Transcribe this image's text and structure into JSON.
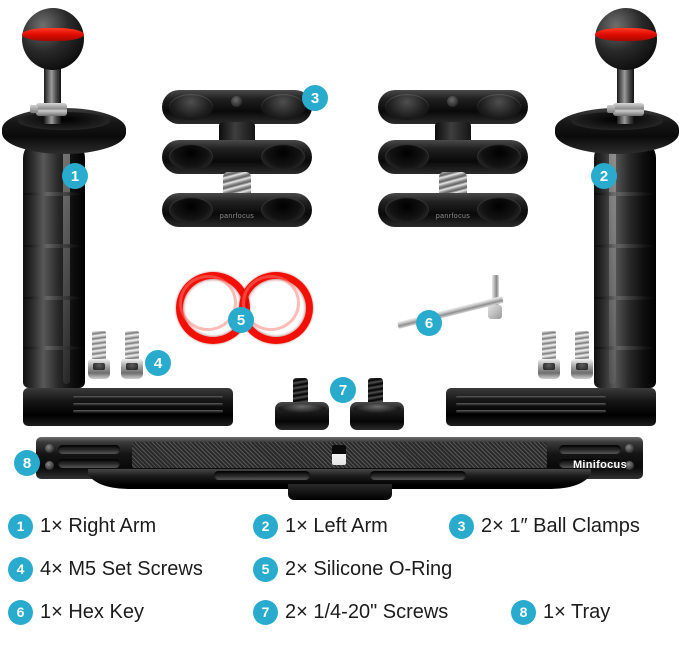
{
  "brand": {
    "tray_logo": "Minifocus",
    "clamp_logo": "panrfocus"
  },
  "colors": {
    "badge": "#29abce",
    "badge_text": "#ffffff",
    "oring": "#f10f06",
    "ball_ring": "#e00c00",
    "background": "#ffffff",
    "legend_text": "#1c1c1c"
  },
  "callouts": [
    {
      "number": "1",
      "part": "right-arm"
    },
    {
      "number": "2",
      "part": "left-arm"
    },
    {
      "number": "3",
      "part": "ball-clamps"
    },
    {
      "number": "4",
      "part": "m5-set-screws"
    },
    {
      "number": "5",
      "part": "silicone-o-ring"
    },
    {
      "number": "6",
      "part": "hex-key"
    },
    {
      "number": "7",
      "part": "quarter-twenty-screws"
    },
    {
      "number": "8",
      "part": "tray"
    }
  ],
  "legend": {
    "rows": [
      [
        {
          "number": "1",
          "label": "1× Right Arm"
        },
        {
          "number": "2",
          "label": "1× Left Arm"
        },
        {
          "number": "3",
          "label": "2× 1″ Ball Clamps"
        }
      ],
      [
        {
          "number": "4",
          "label": "4× M5 Set Screws"
        },
        {
          "number": "5",
          "label": "2× Silicone O-Ring"
        }
      ],
      [
        {
          "number": "6",
          "label": "1× Hex Key"
        },
        {
          "number": "7",
          "label": "2× 1/4-20\" Screws"
        },
        {
          "number": "8",
          "label": "1× Tray"
        }
      ]
    ]
  }
}
